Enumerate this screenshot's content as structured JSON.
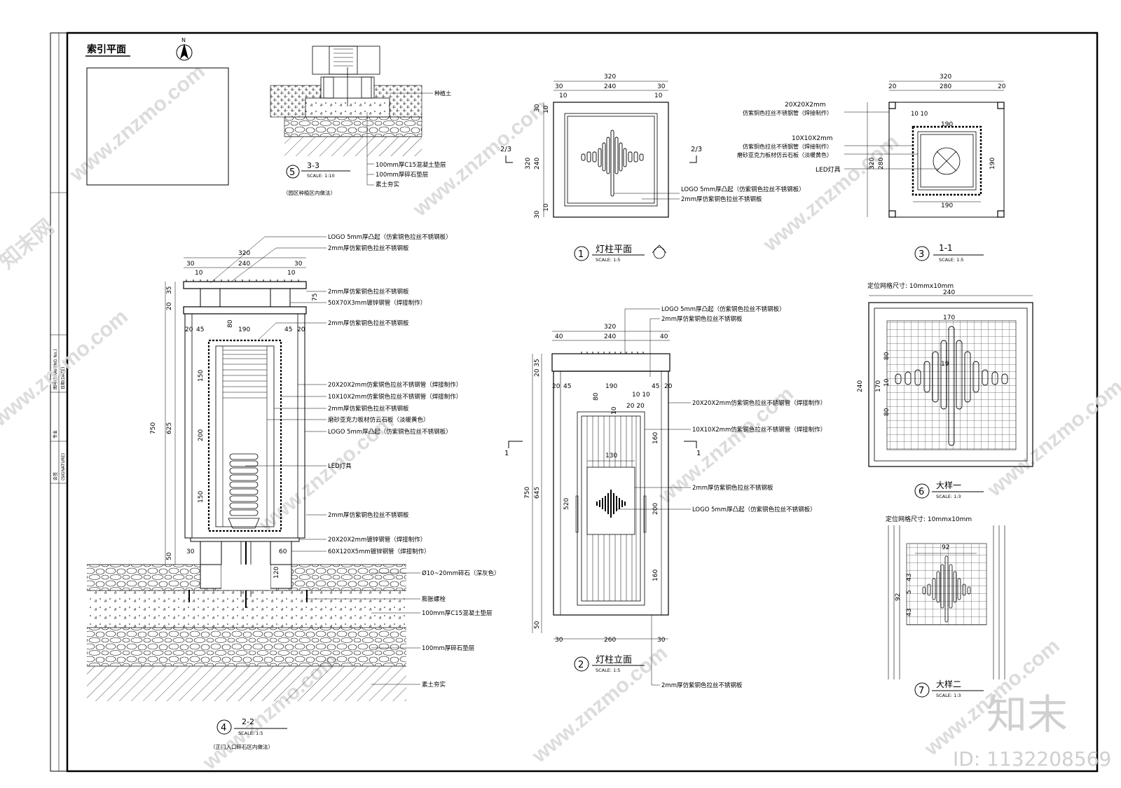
{
  "index_plan": {
    "title": "索引平面",
    "north": "N"
  },
  "side_block": [
    "会签",
    "(SIGNATURE)",
    "专业",
    "图号(DRAWING No.)",
    "日期(DATE)"
  ],
  "views": {
    "v1": {
      "num": "1",
      "title": "灯柱平面",
      "scale": "SCALE: 1:5"
    },
    "v2": {
      "num": "2",
      "title": "灯柱立面",
      "scale": "SCALE: 1:5"
    },
    "v3": {
      "num": "3",
      "title": "1-1",
      "scale": "SCALE: 1:5"
    },
    "v4": {
      "num": "4",
      "title": "2-2",
      "scale": "SCALE: 1:5",
      "note": "（正门入口碎石区内做法）"
    },
    "v5": {
      "num": "5",
      "title": "3-3",
      "scale": "SCALE: 1:10",
      "note": "（园区种植区内做法）"
    },
    "v6": {
      "num": "6",
      "title": "大样一",
      "scale": "SCALE: 1:3",
      "grid": "定位网格尺寸: 10mmx10mm"
    },
    "v7": {
      "num": "7",
      "title": "大样二",
      "scale": "SCALE: 1:3",
      "grid": "定位网格尺寸: 10mmx10mm"
    }
  },
  "dims": {
    "d320": "320",
    "d240": "240",
    "d30": "30",
    "d10": "10",
    "d280": "280",
    "d20": "20",
    "d190": "190",
    "d750": "750",
    "d625": "625",
    "d50": "50",
    "d35": "35",
    "d45": "45",
    "d80": "80",
    "d75": "75",
    "d150": "150",
    "d200": "200",
    "d60": "60",
    "d120": "120",
    "d40": "40",
    "d645": "645",
    "d520": "520",
    "d160": "160",
    "d130": "130",
    "d260": "260",
    "d170": "170",
    "d92": "92",
    "d43": "43",
    "d5": "5",
    "d19": "19",
    "d2035": "20 35",
    "d1010": "10 10",
    "d2020": "20 20",
    "cut23": "2/3",
    "cut1": "1"
  },
  "labels": {
    "plant_soil": "种植土",
    "c15_10": "100mm厚C15混凝土垫层",
    "gravel_10": "100mm厚碎石垫层",
    "soil": "素土夯实",
    "logo5": "LOGO 5mm厚凸起（仿紫铜色拉丝不锈钢板）",
    "plate2": "2mm厚仿紫铜色拉丝不锈钢板",
    "tube50": "50X70X3mm镀锌钢管（焊接制作）",
    "tube20b": "20X20X2mm仿紫铜色拉丝不锈钢管（焊接制作）",
    "tube10b": "10X10X2mm仿紫铜色拉丝不锈钢管（焊接制作）",
    "acrylic": "磨砂亚克力板材仿云石板（淡暖黄色）",
    "logo5_short": "LOGO 5mm厚凸起（仿紫铜色拉丝不锈钢板）",
    "led": "LED灯具",
    "tube20g": "20X20X2mm镀锌钢管（焊接制作）",
    "tube60": "60X120X5mm镀锌钢管（焊接制作）",
    "gravel_dia": "Ø10~20mm碎石（深灰色）",
    "bolt": "膨胀螺栓",
    "c15": "100mm厚C15混凝土垫层",
    "gravel": "100mm厚碎石垫层",
    "soil2": "素土夯实",
    "p1_20": "20X20X2mm",
    "p1_20b": "仿紫铜色拉丝不锈钢管（焊接制作）",
    "p1_10": "10X10X2mm",
    "p1_10b": "仿紫铜色拉丝不锈钢管（焊接制作）",
    "p1_acr": "磨砂亚克力板材仿云石板（淡暖黄色）",
    "p1_led": "LED灯具",
    "pl_logo": "LOGO 5mm厚凸起（仿紫铜色拉丝不锈钢板）",
    "pl_plate": "2mm厚仿紫铜色拉丝不锈钢板",
    "el_logo": "LOGO 5mm厚凸起（仿紫铜色拉丝不锈钢板）",
    "el_plate": "2mm厚仿紫铜色拉丝不锈钢板",
    "el_tube20": "20X20X2mm仿紫铜色拉丝不锈钢管（焊接制作）",
    "el_tube10": "10X10X2mm仿紫铜色拉丝不锈钢管（焊接制作）",
    "el_plate2": "2mm厚仿紫铜色拉丝不锈钢板",
    "el_logo2": "LOGO 5mm厚凸起（仿紫铜色拉丝不锈钢板）",
    "el_plate3": "2mm厚仿紫铜色拉丝不锈钢板"
  },
  "watermark": {
    "site": "www.znzmo.com",
    "brand": "知末网",
    "logo": "知末",
    "id": "ID: 1132208569"
  }
}
